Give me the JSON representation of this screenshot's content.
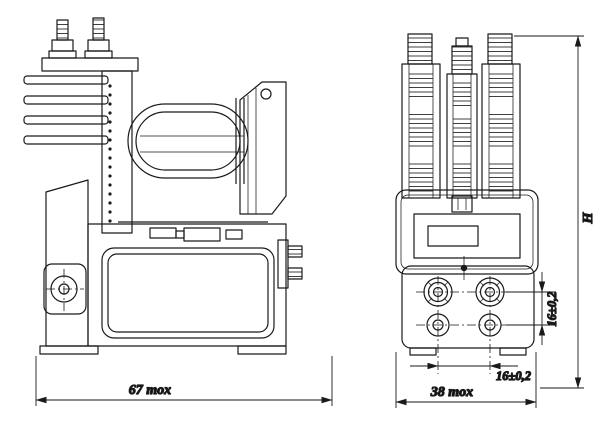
{
  "meta": {
    "background_color": "#ffffff",
    "line_color": "#1a1a1a",
    "drawing_type": "relay two-view engineering drawing"
  },
  "dimensions": {
    "overall_length": "67 mox",
    "overall_width": "38 mox",
    "height": "H",
    "hole_pitch_vertical": "16±0,2",
    "hole_pitch_horizontal": "16±0,2"
  }
}
